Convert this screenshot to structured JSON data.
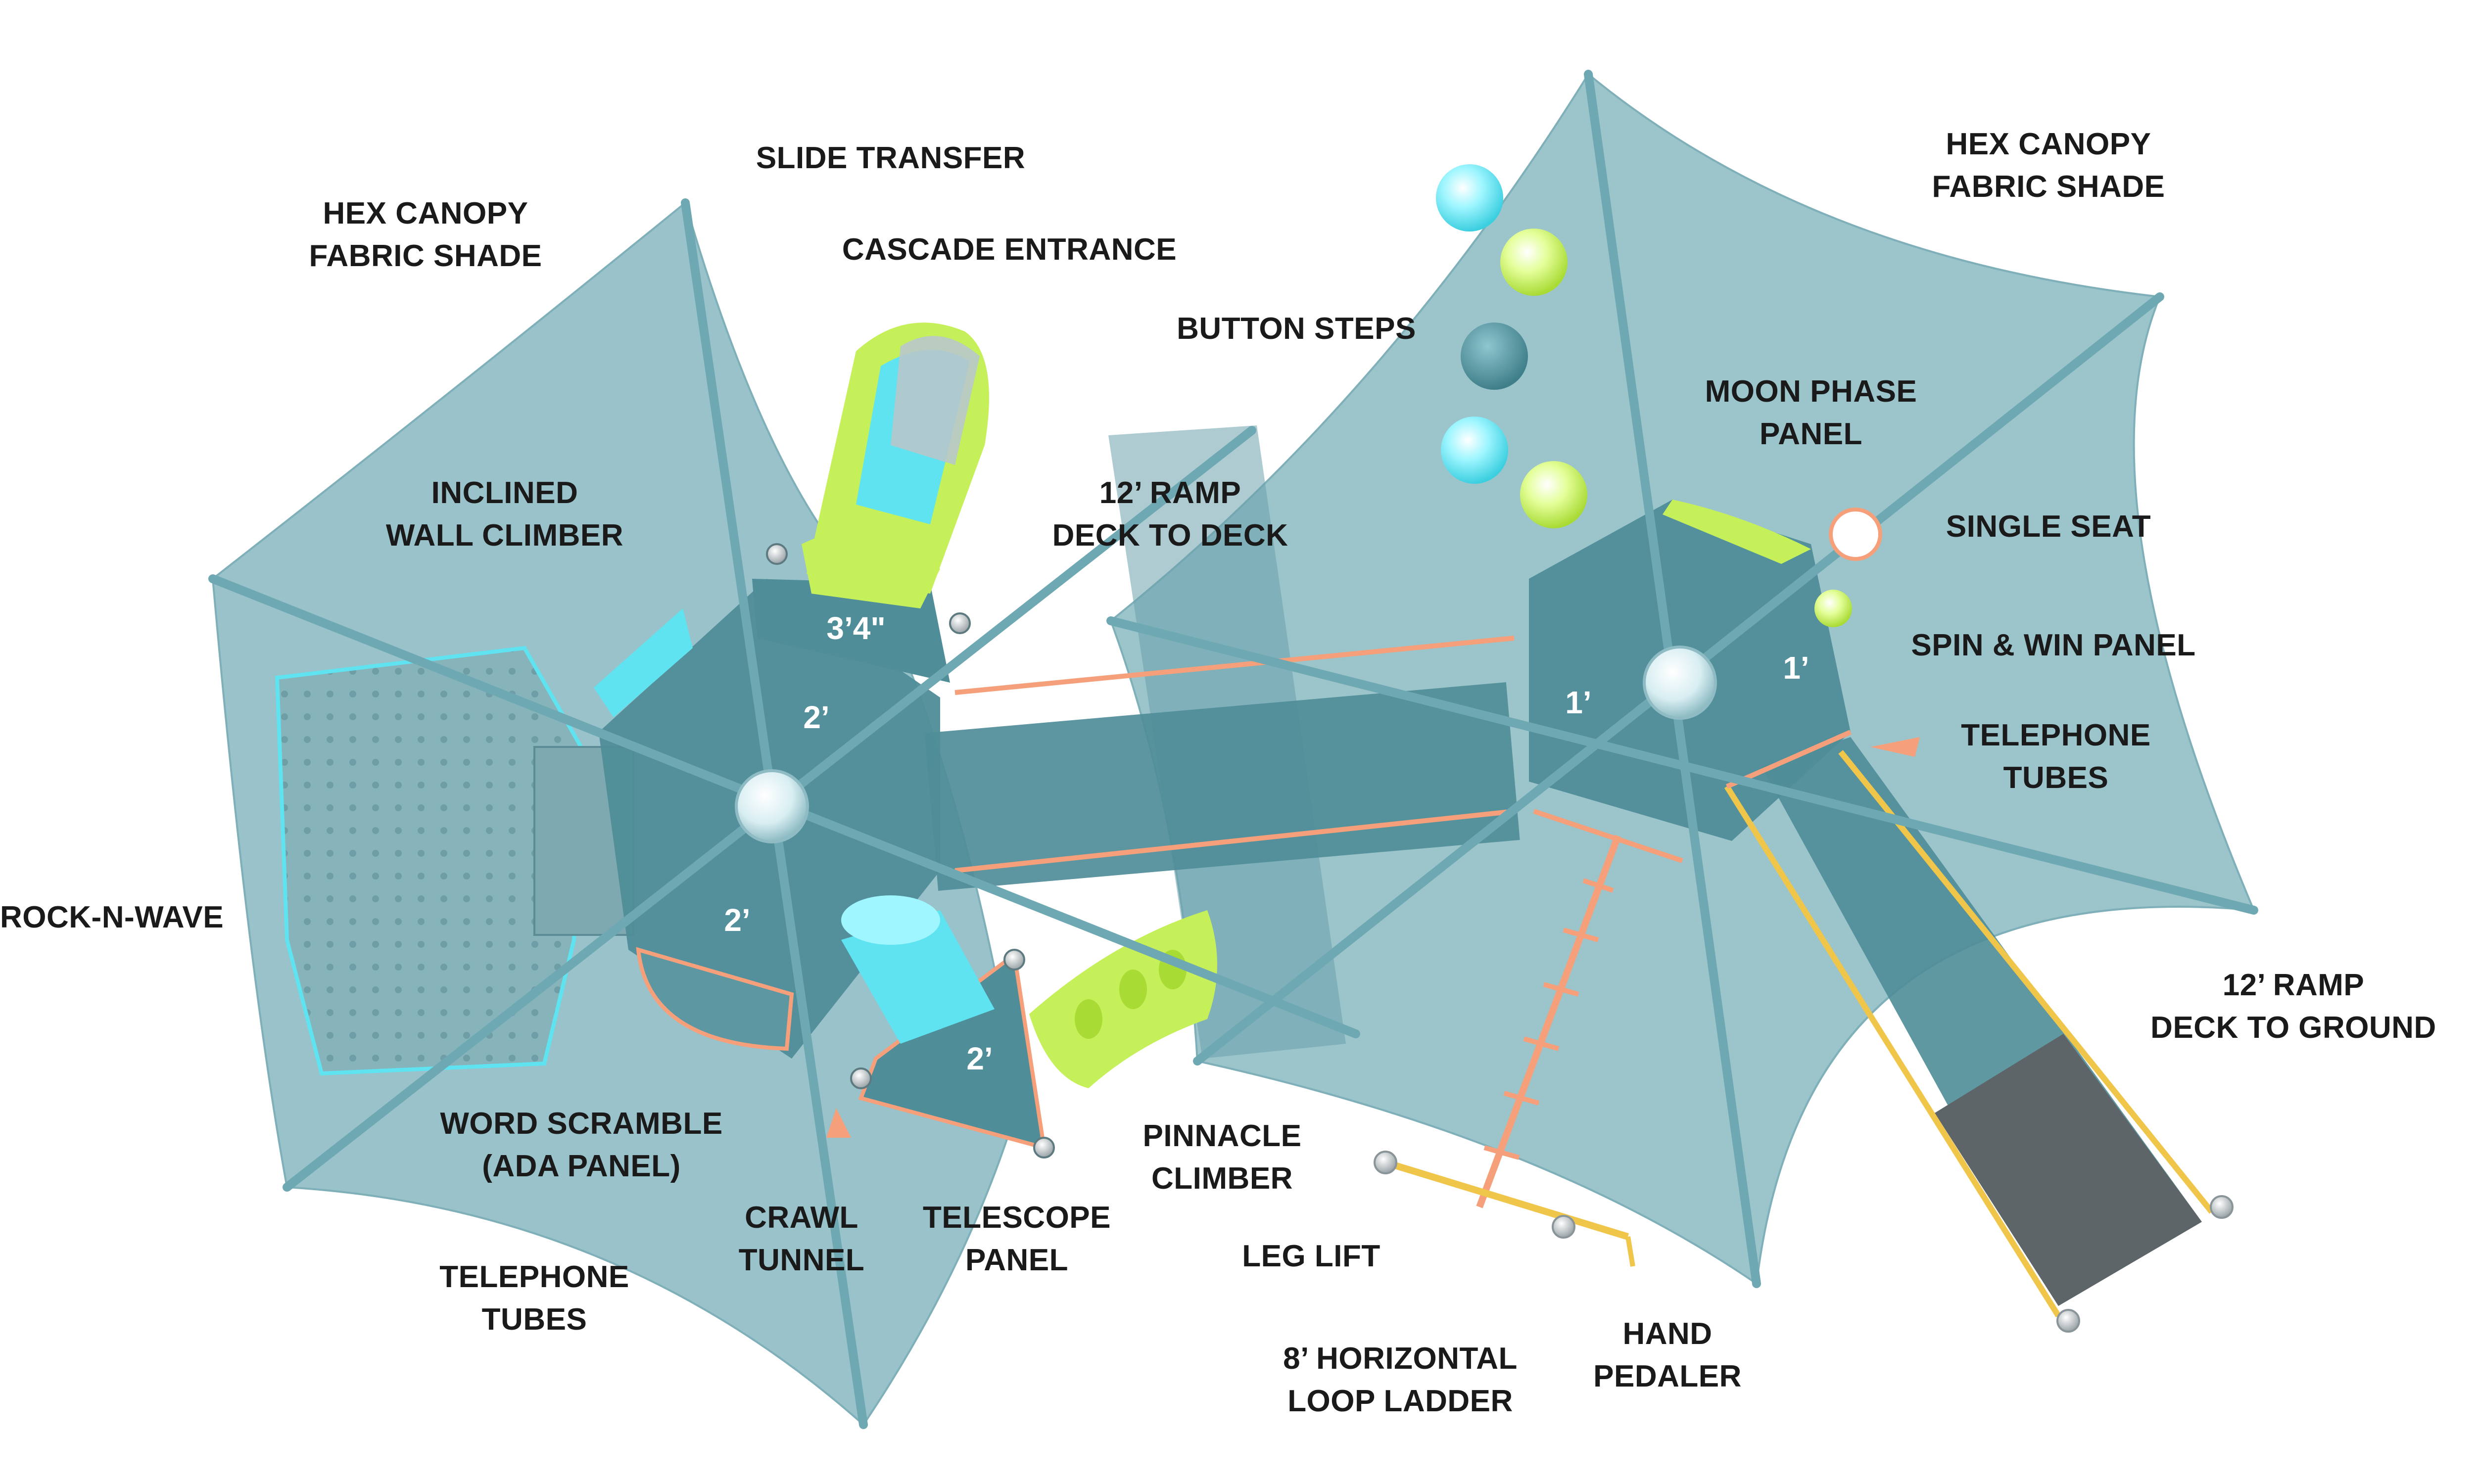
{
  "labels": {
    "hex_canopy_left": "HEX CANOPY\nFABRIC SHADE",
    "slide_transfer": "SLIDE TRANSFER",
    "cascade_entrance": "CASCADE ENTRANCE",
    "button_steps": "BUTTON STEPS",
    "hex_canopy_right": "HEX CANOPY\nFABRIC SHADE",
    "moon_phase_panel": "MOON PHASE\nPANEL",
    "inclined_wall_climber": "INCLINED\nWALL CLIMBER",
    "ramp_deck_to_deck": "12’ RAMP\nDECK TO DECK",
    "single_seat": "SINGLE SEAT",
    "spin_win_panel": "SPIN & WIN PANEL",
    "telephone_tubes_right": "TELEPHONE\nTUBES",
    "rock_n_wave": "ROCK-N-WAVE",
    "ramp_deck_to_ground": "12’ RAMP\nDECK TO GROUND",
    "word_scramble": "WORD SCRAMBLE\n(ADA PANEL)",
    "pinnacle_climber": "PINNACLE\nCLIMBER",
    "crawl_tunnel": "CRAWL\nTUNNEL",
    "telescope_panel": "TELESCOPE\nPANEL",
    "leg_lift": "LEG LIFT",
    "telephone_tubes_left": "TELEPHONE\nTUBES",
    "horizontal_loop_ladder": "8’ HORIZONTAL\nLOOP LADDER",
    "hand_pedaler": "HAND\nPEDALER"
  },
  "deck_heights": {
    "slide_deck": "3’4\"",
    "upper_left_deck": "2’",
    "lower_left_deck": "2’",
    "triangle_deck": "2’",
    "right_deck_center": "1’",
    "right_deck_side": "1’"
  },
  "colors": {
    "canopy": "#93bfc7",
    "canopy_edge": "#7fb0b9",
    "deck": "#4f8d98",
    "pole": "#6ea9b3",
    "accent_lime": "#c6f05a",
    "accent_cyan": "#5fe3f0",
    "rail_orange": "#f5a07a",
    "ramp_dark": "#5e6569",
    "rail_yellow": "#f0c64a"
  },
  "icons": {
    "canopy_hub": "hub-cap-icon",
    "button_step": "sphere-icon",
    "post": "post-cap-icon"
  }
}
